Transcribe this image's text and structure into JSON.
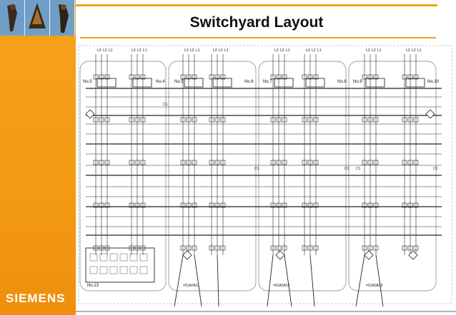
{
  "slide": {
    "title": "Switchyard Layout"
  },
  "branding": {
    "logo_text": "SIEMENS",
    "accent_color": "#f39a12"
  },
  "diagram": {
    "bay_labels": [
      "No.5",
      "No.4",
      "No.5",
      "No.6",
      "No.7",
      "No.8",
      "No.9",
      "No.10"
    ],
    "line_labels": [
      "L3",
      "L2",
      "L1"
    ],
    "section_labels": [
      "C1",
      "C1",
      "C1",
      "C1",
      "C1"
    ],
    "feeder_labels": [
      "=01A0A11",
      "=01A0A12",
      "=01A0A13"
    ],
    "control_building_label": "No.13"
  }
}
